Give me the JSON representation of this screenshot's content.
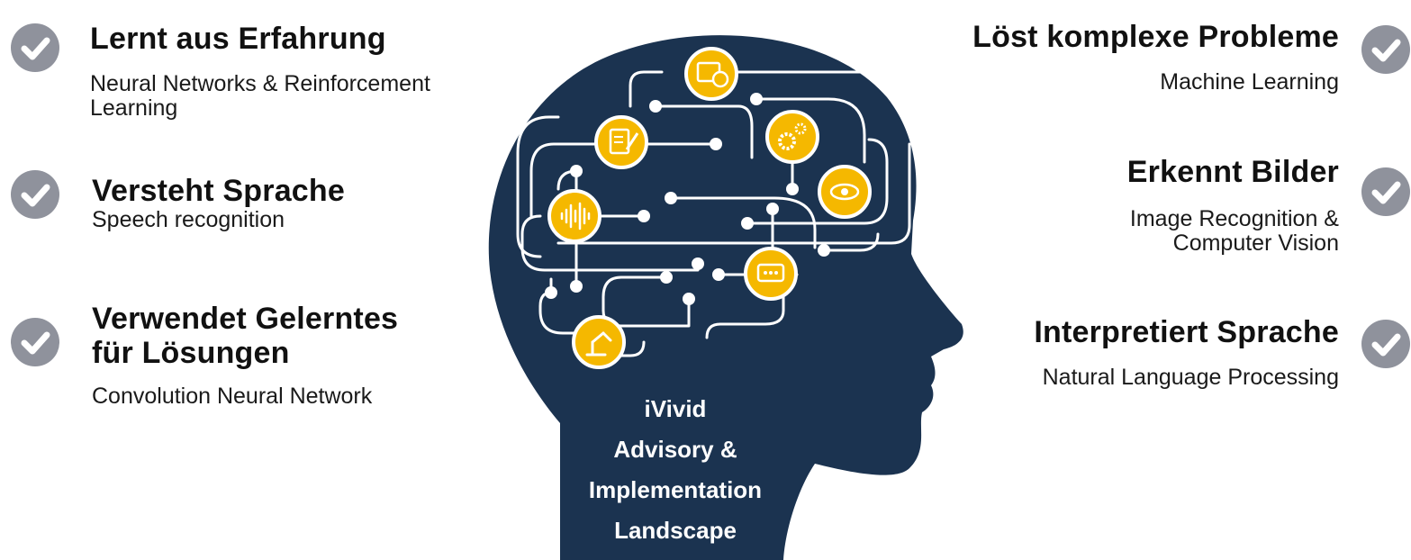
{
  "left_items": [
    {
      "title": "Lernt aus Erfahrung",
      "subtitle_lines": [
        "Neural Networks & Reinforcement",
        "Learning"
      ]
    },
    {
      "title": "Versteht Sprache",
      "subtitle_lines": [
        "Speech recognition"
      ]
    },
    {
      "title_lines": [
        "Verwendet Gelerntes",
        "für Lösungen"
      ],
      "subtitle_lines": [
        "Convolution Neural Network"
      ]
    }
  ],
  "right_items": [
    {
      "title": "Löst komplexe Probleme",
      "subtitle_lines": [
        "Machine Learning"
      ]
    },
    {
      "title": "Erkennt Bilder",
      "subtitle_lines": [
        "Image Recognition &",
        "Computer Vision"
      ]
    },
    {
      "title": "Interpretiert Sprache",
      "subtitle_lines": [
        "Natural Language Processing"
      ]
    }
  ],
  "head_text": [
    "iVivid",
    "Advisory &",
    "Implementation",
    "Landscape"
  ],
  "colors": {
    "head": "#1b3350",
    "circuit": "#ffffff",
    "node": "#f5b800",
    "check": "#8f929c"
  },
  "icons": [
    "calendar-clock-icon",
    "document-pen-icon",
    "gears-icon",
    "eye-icon",
    "sound-wave-icon",
    "chat-bubble-icon",
    "robot-arm-icon",
    "checkmark-icon"
  ]
}
